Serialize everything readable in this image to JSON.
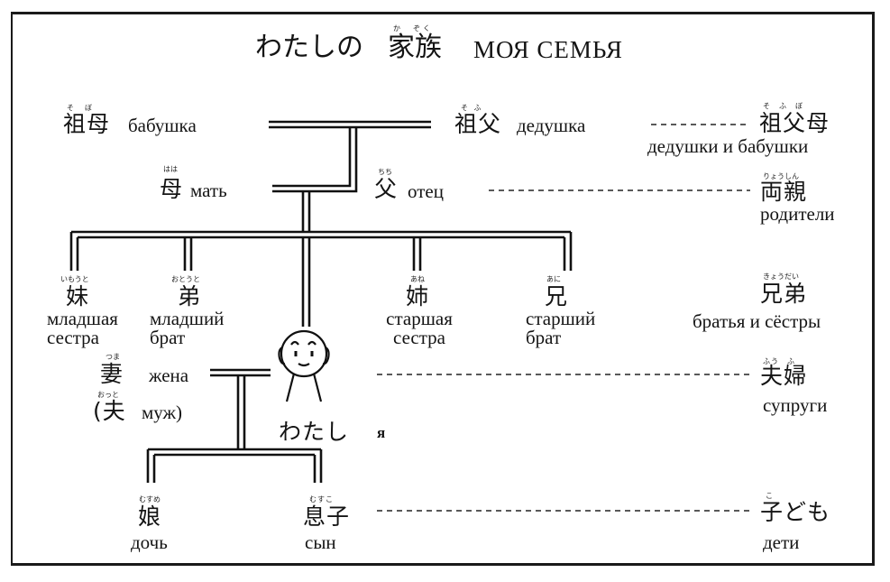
{
  "title": {
    "jp_prefix": "わたしの",
    "jp_word": "家族",
    "jp_reading": "か　ぞく",
    "ru": "МОЯ СЕМЬЯ"
  },
  "nodes": {
    "grandmother": {
      "kanji": "祖母",
      "reading": "そ　ぼ",
      "ru": "бабушка"
    },
    "grandfather": {
      "kanji": "祖父",
      "reading": "そ ふ",
      "ru": "дедушка"
    },
    "mother": {
      "kanji": "母",
      "reading": "はは",
      "ru": "мать"
    },
    "father": {
      "kanji": "父",
      "reading": "ちち",
      "ru": "отец"
    },
    "younger_sister": {
      "kanji": "妹",
      "reading": "いもうと",
      "ru_line1": "младшая",
      "ru_line2": "сестра"
    },
    "younger_brother": {
      "kanji": "弟",
      "reading": "おとうと",
      "ru_line1": "младший",
      "ru_line2": "брат"
    },
    "older_sister": {
      "kanji": "姉",
      "reading": "あね",
      "ru_line1": "старшая",
      "ru_line2": "сестра"
    },
    "older_brother": {
      "kanji": "兄",
      "reading": "あに",
      "ru_line1": "старший",
      "ru_line2": "брат"
    },
    "wife": {
      "kanji": "妻",
      "reading": "つま",
      "ru": "жена"
    },
    "husband": {
      "kanji": "(夫",
      "reading": "おっと",
      "ru": "муж)"
    },
    "me": {
      "jp": "わたし",
      "ru": "я"
    },
    "daughter": {
      "kanji": "娘",
      "reading": "むすめ",
      "ru": "дочь"
    },
    "son": {
      "kanji": "息子",
      "reading": "むすこ",
      "ru": "сын"
    }
  },
  "groups": {
    "grandparents": {
      "kanji": "祖父母",
      "reading": "そ　ふ　ぼ",
      "ru": "дедушки и бабушки"
    },
    "parents": {
      "kanji": "両親",
      "reading": "りょうしん",
      "ru": "родители"
    },
    "siblings": {
      "kanji": "兄弟",
      "reading": "きょうだい",
      "ru": "братья и сёстры"
    },
    "spouses": {
      "kanji": "夫婦",
      "reading": "ふう　ふ",
      "ru": "супруги"
    },
    "children": {
      "kanji": "子ども",
      "reading": "こ",
      "ru": "дети"
    }
  }
}
